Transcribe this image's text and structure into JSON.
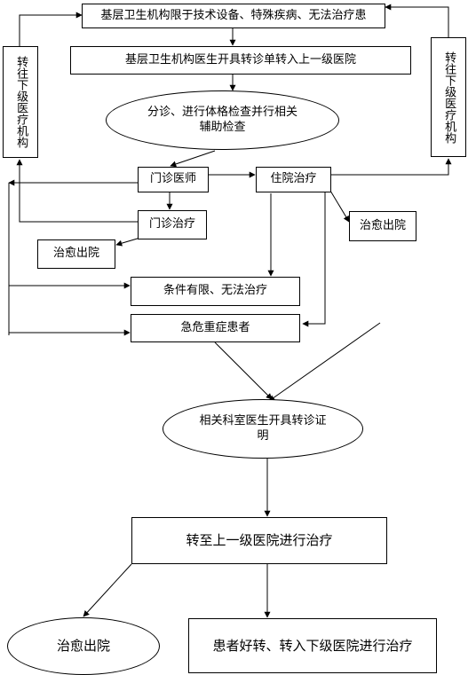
{
  "nodes": {
    "primary_limit": "基层卫生机构限于技术设备、特殊疾病、无法治疗患",
    "referral_form": "基层卫生机构医生开具转诊单转入上一级医院",
    "triage": "分诊、进行体格检查并行相关辅助检查",
    "outpatient_doctor": "门诊医师",
    "inpatient": "住院治疗",
    "outpatient_treatment": "门诊治疗",
    "cured_discharge_inpatient": "治愈出院",
    "cured_discharge_outpatient": "治愈出院",
    "limited_conditions": "条件有限、无法治疗",
    "critical_patients": "急危重症患者",
    "dept_doctor_certificate": "相关科室医生开具转诊证明",
    "transfer_upper": "转至上一级医院进行治疗",
    "cured_discharge_final": "治愈出院",
    "improved_transfer_down": "患者好转、转入下级医院进行治疗",
    "side_left": "转往下级医疗机构",
    "side_right": "转往下级医疗机构"
  }
}
